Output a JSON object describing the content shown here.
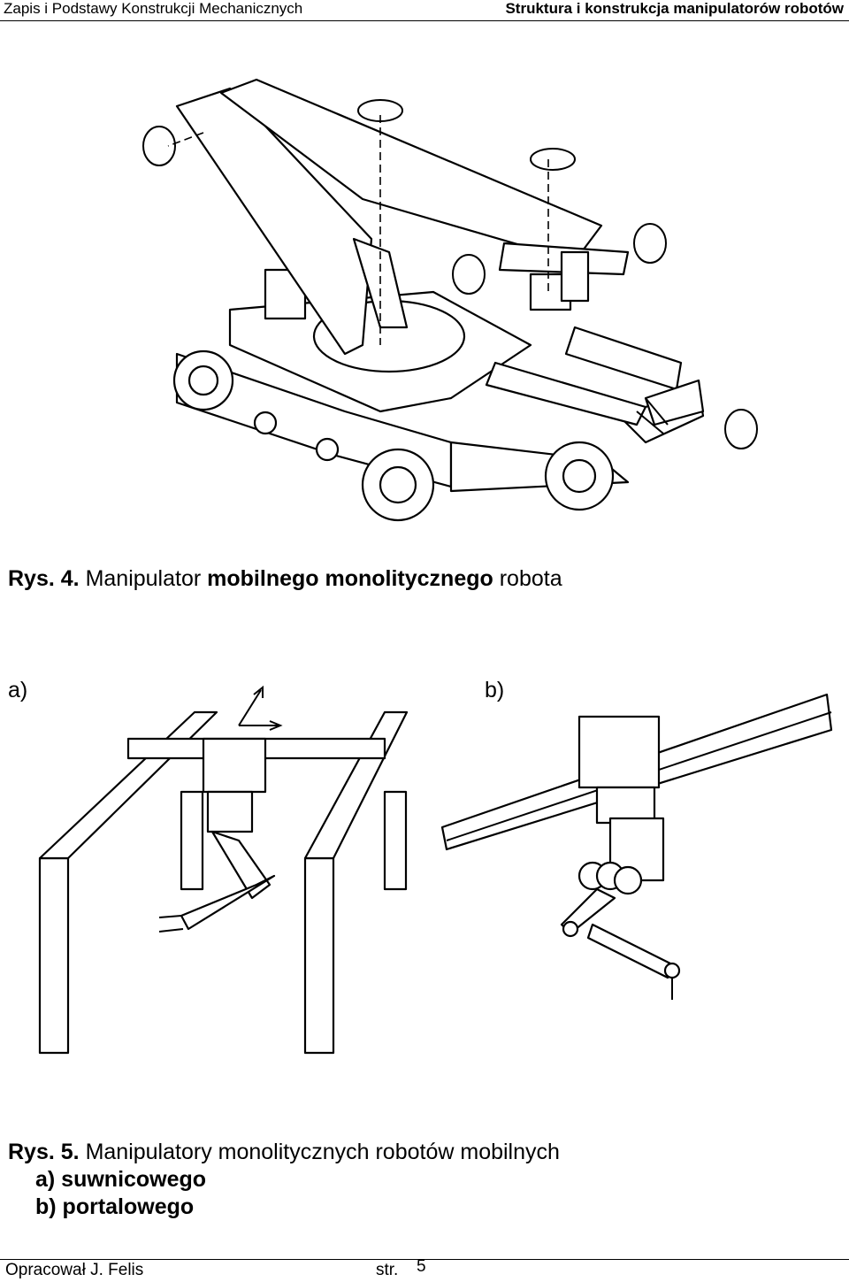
{
  "header": {
    "left": "Zapis i Podstawy Konstrukcji Mechanicznych",
    "right": "Struktura i konstrukcja manipulatorów robotów"
  },
  "figure4": {
    "caption_num": "Rys. 4.",
    "caption_part1": "Manipulator",
    "caption_part2": "mobilnego monolitycznego",
    "caption_part3": "robota"
  },
  "figure5": {
    "label_a": "a)",
    "label_b": "b)",
    "caption_num": "Rys. 5.",
    "caption_text": "Manipulatory monolitycznych robotów mobilnych",
    "item_a": "a) suwnicowego",
    "item_b": "b) portalowego"
  },
  "footer": {
    "author": "Opracował J. Felis",
    "page_label": "str.",
    "page_number": "5"
  }
}
